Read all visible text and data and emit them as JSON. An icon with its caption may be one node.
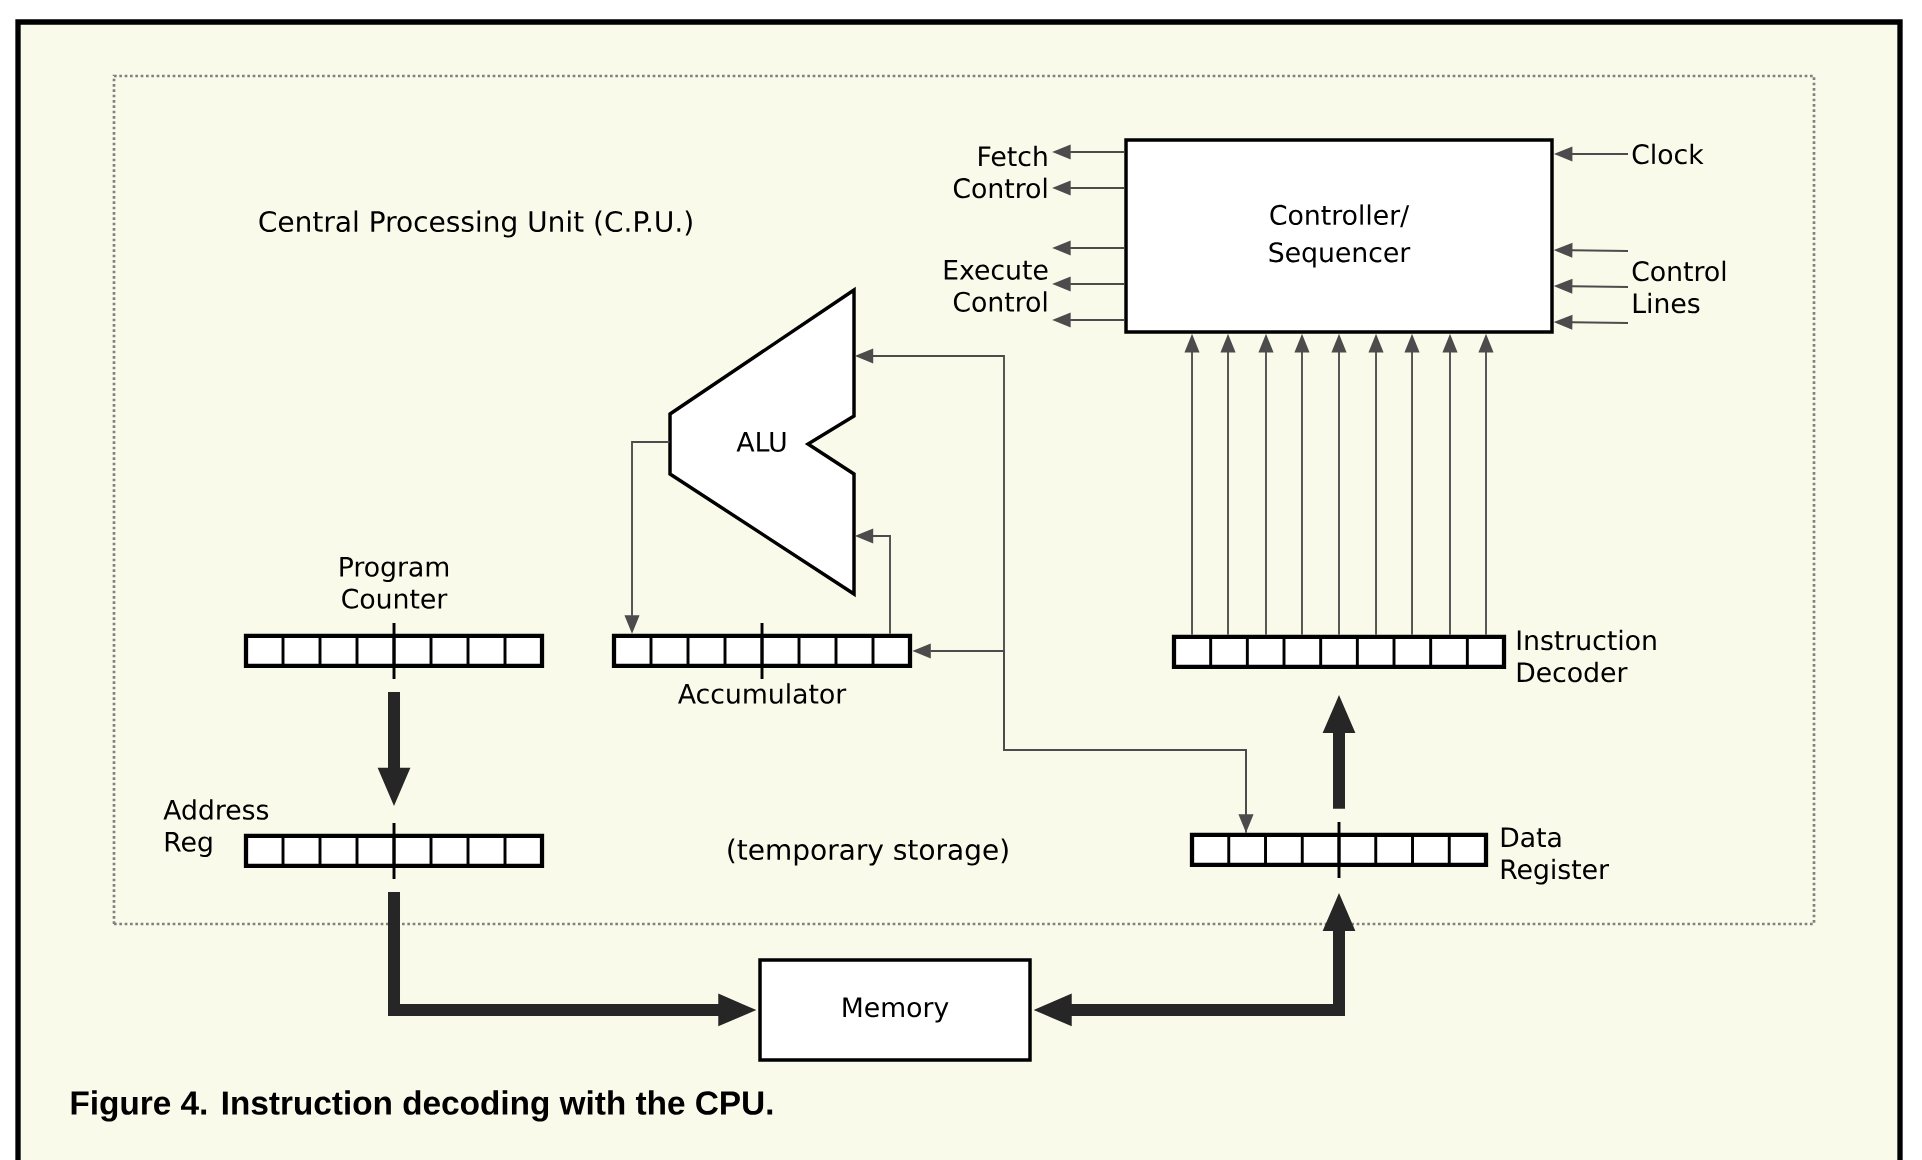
{
  "diagram": {
    "caption": "Figure 4. Instruction decoding with the CPU.",
    "nodes": [
      {
        "text": [
          "Central Processing Unit (C.P.U.)"
        ]
      },
      {
        "text": [
          "Controller/ Sequencer"
        ],
        "in": 0
      },
      {
        "text": [
          "ALU"
        ],
        "in": 0
      },
      {
        "text": [
          "Program Counter"
        ],
        "in": 0
      },
      {
        "text": [
          "Accumulator"
        ],
        "in": 0
      },
      {
        "text": [
          "Instruction Decoder"
        ],
        "in": 0
      },
      {
        "text": [
          "Address Reg"
        ],
        "in": 0
      },
      {
        "text": [
          "Data Register"
        ],
        "in": 0
      },
      {
        "text": [
          "Memory"
        ]
      },
      {
        "text": [
          "Fetch Control"
        ],
        "in": 0
      },
      {
        "text": [
          "Execute Control"
        ],
        "in": 0
      },
      {
        "text": [
          "Clock"
        ],
        "in": 0
      },
      {
        "text": [
          "Control Lines"
        ],
        "in": 0
      }
    ],
    "edges": [
      {
        "from": 1,
        "to": 9,
        "arrow": "to"
      },
      {
        "from": 1,
        "to": 9,
        "arrow": "to"
      },
      {
        "from": 1,
        "to": 10,
        "arrow": "to"
      },
      {
        "from": 1,
        "to": 10,
        "arrow": "to"
      },
      {
        "from": 1,
        "to": 10,
        "arrow": "to"
      },
      {
        "from": 11,
        "to": 1,
        "arrow": "to"
      },
      {
        "from": 12,
        "to": 1,
        "arrow": "to"
      },
      {
        "from": 12,
        "to": 1,
        "arrow": "to"
      },
      {
        "from": 12,
        "to": 1,
        "arrow": "to"
      },
      {
        "from": 5,
        "to": 1,
        "arrow": "to"
      },
      {
        "from": 5,
        "to": 1,
        "arrow": "to"
      },
      {
        "from": 5,
        "to": 1,
        "arrow": "to"
      },
      {
        "from": 5,
        "to": 1,
        "arrow": "to"
      },
      {
        "from": 5,
        "to": 1,
        "arrow": "to"
      },
      {
        "from": 5,
        "to": 1,
        "arrow": "to"
      },
      {
        "from": 5,
        "to": 1,
        "arrow": "to"
      },
      {
        "from": 5,
        "to": 1,
        "arrow": "to"
      },
      {
        "from": 5,
        "to": 1,
        "arrow": "to"
      },
      {
        "from": 2,
        "to": 7,
        "arrow": "both"
      },
      {
        "from": 7,
        "to": 4,
        "arrow": "to"
      },
      {
        "from": 2,
        "to": 4,
        "arrow": "to"
      },
      {
        "from": 4,
        "to": 2,
        "arrow": "to"
      },
      {
        "from": 3,
        "to": 6,
        "arrow": "to",
        "style": "thick"
      },
      {
        "from": 6,
        "to": 8,
        "arrow": "to",
        "style": "thick"
      },
      {
        "from": 8,
        "to": 7,
        "arrow": "both",
        "style": "thick"
      },
      {
        "from": 7,
        "to": 5,
        "arrow": "to",
        "style": "thick"
      }
    ],
    "labels": [
      "(temporary storage)"
    ]
  }
}
